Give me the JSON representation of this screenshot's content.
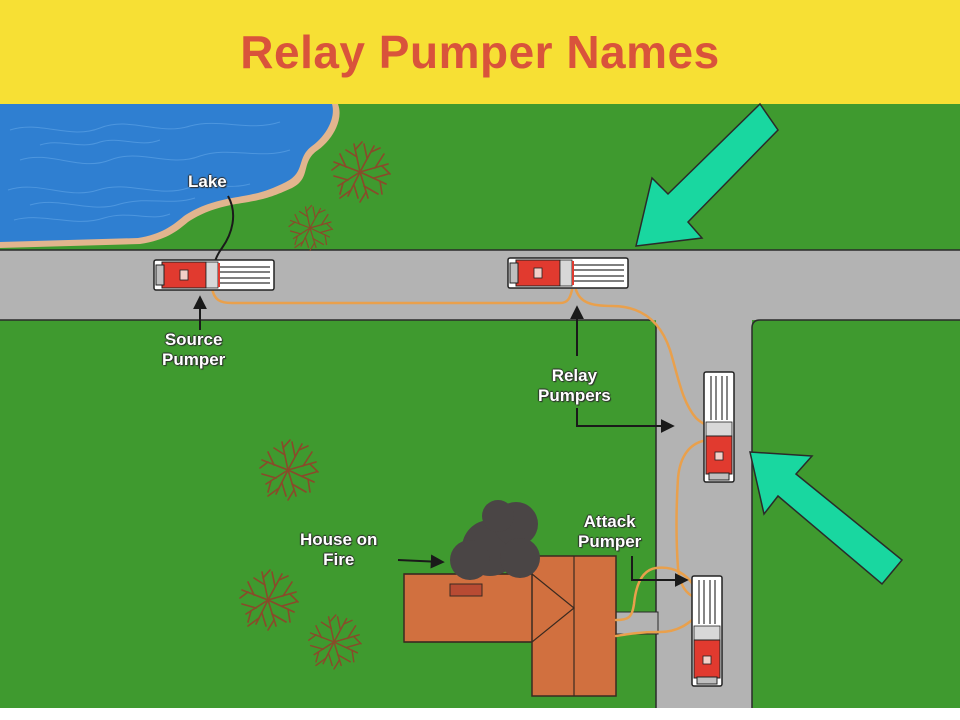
{
  "title": "Relay Pumper Names",
  "labels": {
    "lake": "Lake",
    "source_pumper": [
      "Source",
      "Pumper"
    ],
    "relay_pumpers": [
      "Relay",
      "Pumpers"
    ],
    "attack_pumper": [
      "Attack",
      "Pumper"
    ],
    "house_on_fire": [
      "House on",
      "Fire"
    ]
  },
  "colors": {
    "title_band": "#f7e034",
    "title_text": "#d9533b",
    "grass": "#3f9a2f",
    "road": "#b3b3b3",
    "lake": "#2f7fd1",
    "lake_shore": "#e2b58e",
    "hose": "#e9a04c",
    "engine_red": "#e13a2f",
    "direction_arrow": "#19d7a0",
    "house_roof": "#d1703f",
    "smoke": "#4a4545",
    "tree": "#8a4a2a"
  },
  "icons": {
    "engines": [
      "fire-engine-icon",
      "fire-engine-icon",
      "fire-engine-icon",
      "fire-engine-icon"
    ],
    "arrows": [
      "direction-arrow-icon",
      "direction-arrow-icon"
    ]
  }
}
